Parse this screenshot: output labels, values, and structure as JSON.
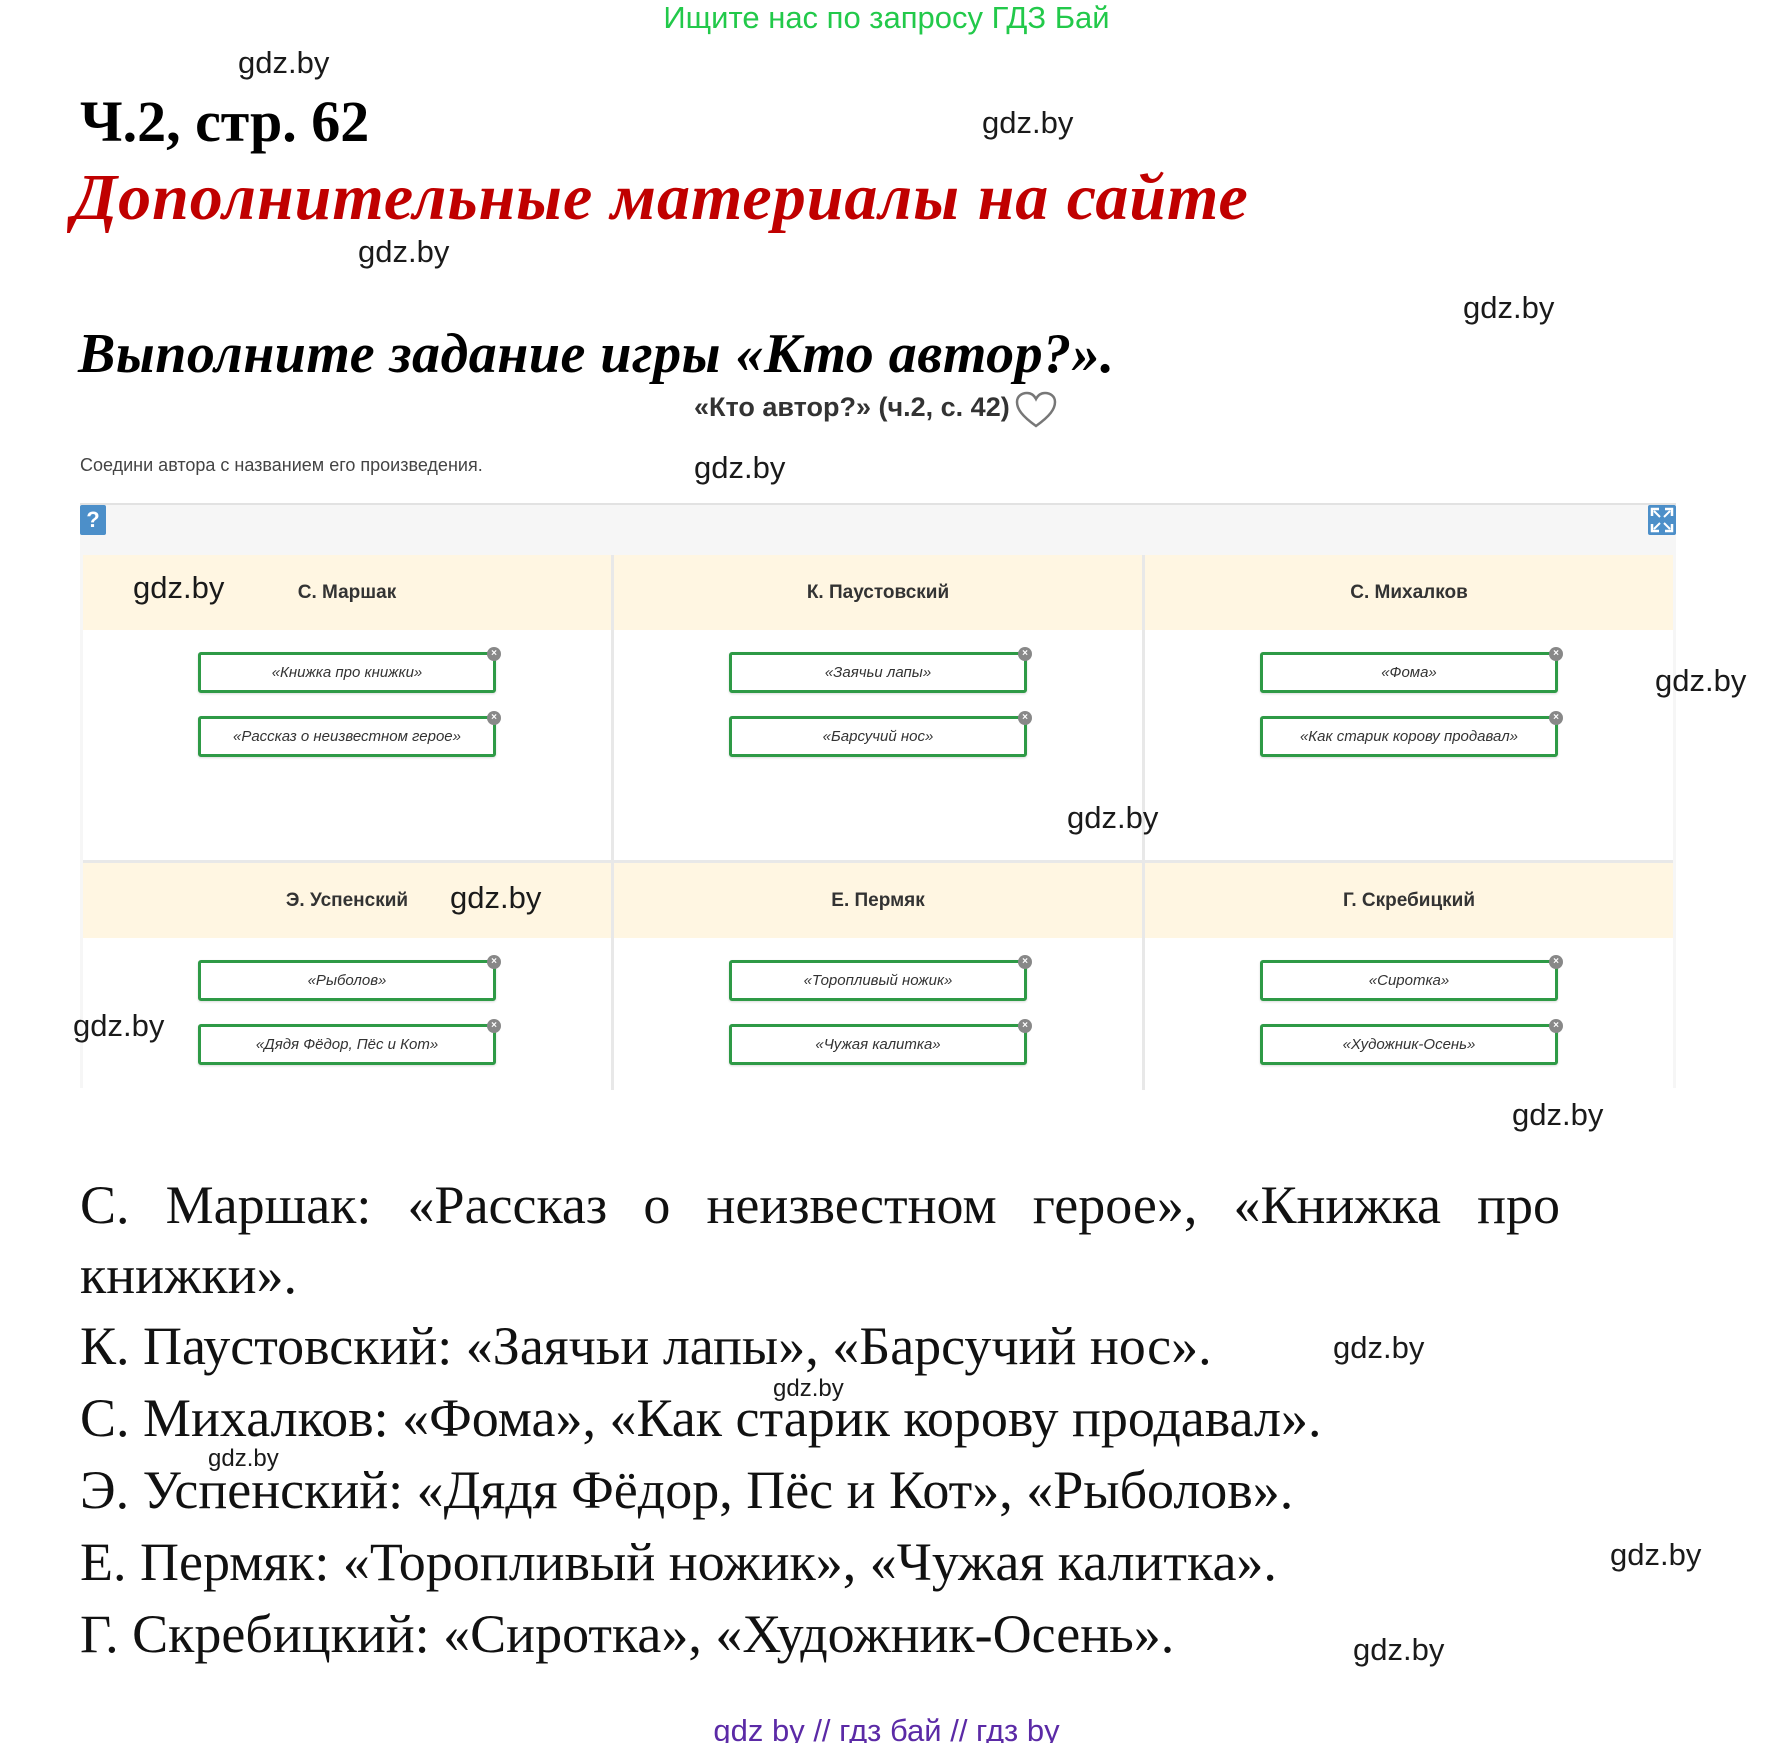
{
  "promo_top": "Ищите нас по запросу ГДЗ Бай",
  "page_ref": "Ч.2, стр. 62",
  "section_title": "Дополнительные материалы на сайте",
  "task_title": "Выполните задание игры «Кто автор?».",
  "game": {
    "name": "«Кто автор?» (ч.2, с. 42)",
    "favorite_icon": "heart-icon",
    "instruction": "Соедини автора с названием его произведения.",
    "help_label": "?",
    "accent_color": "#2e9a46",
    "header_color": "#fff6e2",
    "authors": [
      {
        "name": "С. Маршак",
        "works": [
          "«Книжка про книжки»",
          "«Рассказ о неизвестном герое»"
        ]
      },
      {
        "name": "К. Паустовский",
        "works": [
          "«Заячьи лапы»",
          "«Барсучий нос»"
        ]
      },
      {
        "name": "С. Михалков",
        "works": [
          "«Фома»",
          "«Как старик корову продавал»"
        ]
      },
      {
        "name": "Э. Успенский",
        "works": [
          "«Рыболов»",
          "«Дядя Фёдор, Пёс и Кот»"
        ]
      },
      {
        "name": "Е. Пермяк",
        "works": [
          "«Торопливый ножик»",
          "«Чужая калитка»"
        ]
      },
      {
        "name": "Г. Скребицкий",
        "works": [
          "«Сиротка»",
          "«Художник-Осень»"
        ]
      }
    ]
  },
  "answers": [
    "С. Маршак: «Рассказ о неизвестном герое», «Книжка про книжки».",
    "К. Паустовский: «Заячьи лапы», «Барсучий нос».",
    "С. Михалков: «Фома», «Как старик корову продавал».",
    "Э. Успенский: «Дядя Фёдор, Пёс и Кот», «Рыболов».",
    "Е. Пермяк: «Торопливый ножик», «Чужая калитка».",
    "Г. Скребицкий: «Сиротка», «Художник-Осень»."
  ],
  "watermark": "gdz.by",
  "footer": "gdz by  //  гдз бай  //  гдз by"
}
